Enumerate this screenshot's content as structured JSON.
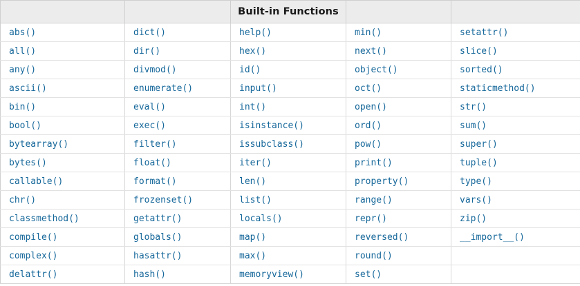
{
  "table": {
    "title": "Built-in Functions",
    "title_column_index": 2,
    "header_cells": [
      "",
      "",
      "Built-in Functions",
      "",
      ""
    ],
    "accent_color": "#15679a",
    "header_bg": "#ececec",
    "border_color": "#d7d7d7",
    "columns": 5,
    "rows": 14,
    "cells": [
      [
        "abs()",
        "dict()",
        "help()",
        "min()",
        "setattr()"
      ],
      [
        "all()",
        "dir()",
        "hex()",
        "next()",
        "slice()"
      ],
      [
        "any()",
        "divmod()",
        "id()",
        "object()",
        "sorted()"
      ],
      [
        "ascii()",
        "enumerate()",
        "input()",
        "oct()",
        "staticmethod()"
      ],
      [
        "bin()",
        "eval()",
        "int()",
        "open()",
        "str()"
      ],
      [
        "bool()",
        "exec()",
        "isinstance()",
        "ord()",
        "sum()"
      ],
      [
        "bytearray()",
        "filter()",
        "issubclass()",
        "pow()",
        "super()"
      ],
      [
        "bytes()",
        "float()",
        "iter()",
        "print()",
        "tuple()"
      ],
      [
        "callable()",
        "format()",
        "len()",
        "property()",
        "type()"
      ],
      [
        "chr()",
        "frozenset()",
        "list()",
        "range()",
        "vars()"
      ],
      [
        "classmethod()",
        "getattr()",
        "locals()",
        "repr()",
        "zip()"
      ],
      [
        "compile()",
        "globals()",
        "map()",
        "reversed()",
        "__import__()"
      ],
      [
        "complex()",
        "hasattr()",
        "max()",
        "round()",
        ""
      ],
      [
        "delattr()",
        "hash()",
        "memoryview()",
        "set()",
        ""
      ]
    ]
  }
}
